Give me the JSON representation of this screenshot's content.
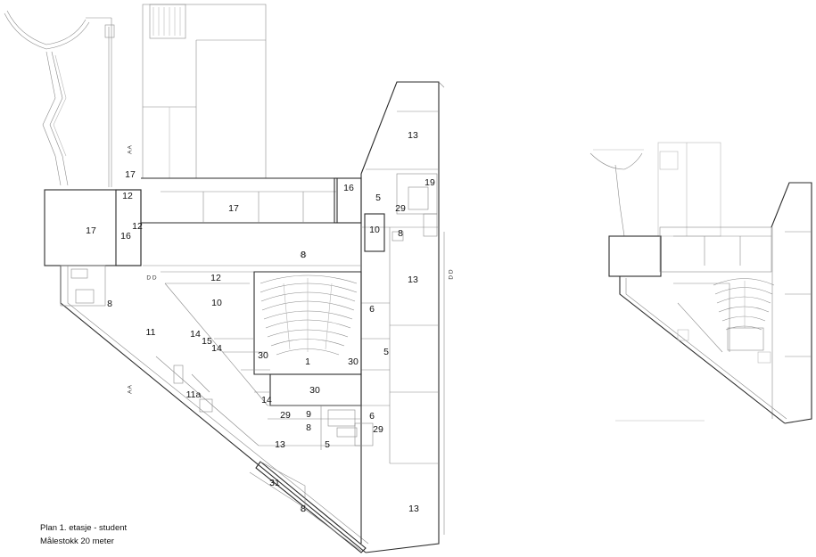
{
  "caption": {
    "title": "Plan 1. etasje - student",
    "scale": "Målestokk 20 meter"
  },
  "room_labels": {
    "r13_top": "13",
    "r19": "19",
    "r5_top": "5",
    "r29_top": "29",
    "r10_right": "10",
    "r8_top": "8",
    "r16_right": "16",
    "r17_top": "17",
    "r12_top": "12",
    "r17_center": "17",
    "r17_left": "17",
    "r16_left": "16",
    "r12_mid": "12",
    "r8_corridor": "8",
    "r12_lower": "12",
    "r10_left": "10",
    "r8_left": "8",
    "r11": "11",
    "r14_a": "14",
    "r15": "15",
    "r14_b": "14",
    "r30_left": "30",
    "r1": "1",
    "r30_right": "30",
    "r30_bottom": "30",
    "r6_top": "6",
    "r5_mid": "5",
    "r13_mid": "13",
    "r11a": "11a",
    "r14_c": "14",
    "r29_bottom": "29",
    "r9": "9",
    "r8_bottom": "8",
    "r6_bottom": "6",
    "r29_right": "29",
    "r13_bottom": "13",
    "r5_bottom": "5",
    "r31": "31",
    "r8_lower": "8",
    "r13_lower": "13"
  },
  "section_marks": {
    "aa_top": "A A",
    "aa_bottom": "A A",
    "dd_left": "D D",
    "dd_right": "D D"
  }
}
